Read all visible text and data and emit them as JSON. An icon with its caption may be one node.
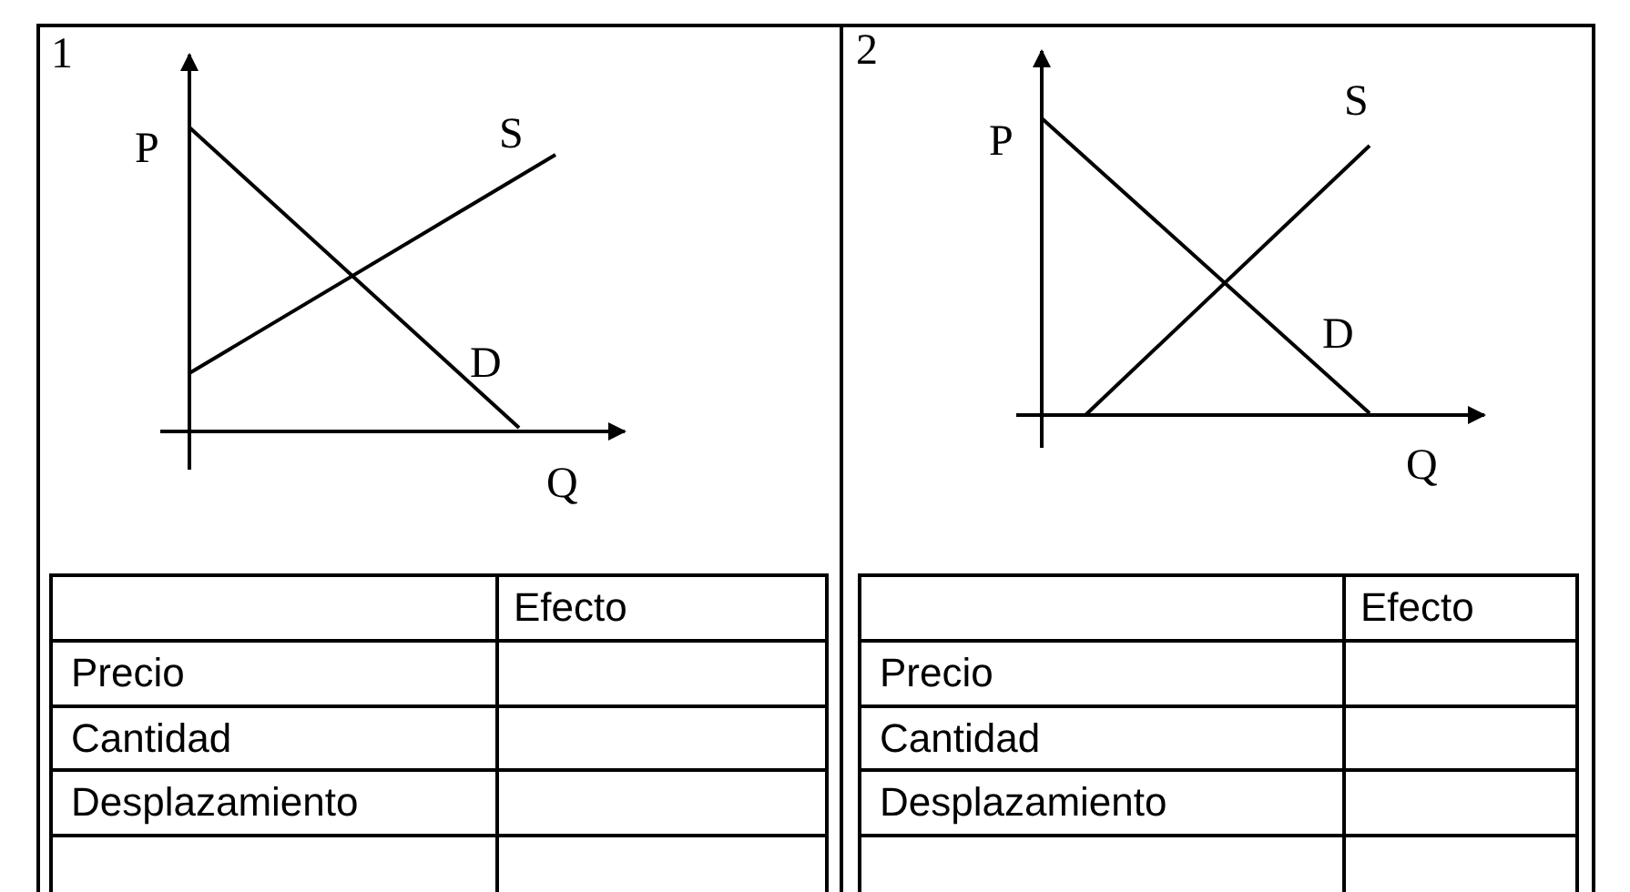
{
  "diagram": {
    "labels": [
      "1",
      "P",
      "S",
      "D",
      "Q",
      "Efecto",
      "Precio",
      "Cantidad",
      "Desplazamiento",
      "2",
      "P",
      "S",
      "D",
      "Q",
      "Efecto",
      "Precio",
      "Cantidad",
      "Desplazamiento"
    ]
  }
}
